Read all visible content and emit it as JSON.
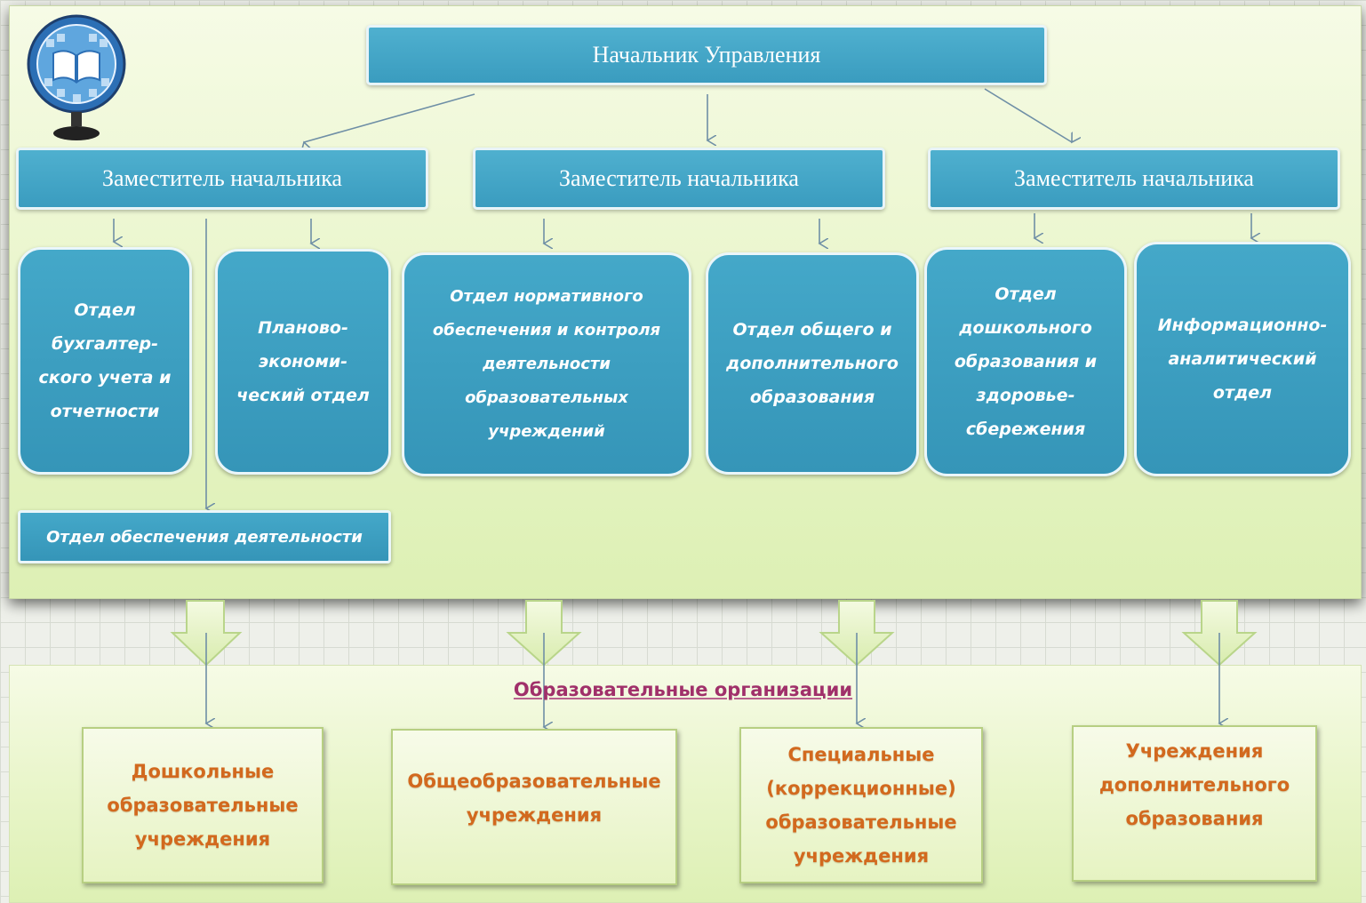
{
  "colors": {
    "box_fill": "#3a9cbf",
    "panel_fill": "#e8f5c8",
    "org_text": "#d2691e",
    "org_title": "#a0306a",
    "connector": "#6f8fa6"
  },
  "logo": {
    "icon": "globe-book-icon"
  },
  "head": {
    "label": "Начальник Управления"
  },
  "deputies": [
    {
      "label": "Заместитель начальника"
    },
    {
      "label": "Заместитель начальника"
    },
    {
      "label": "Заместитель начальника"
    }
  ],
  "departments": [
    {
      "label": "Отдел\nбухгалтер-\nского учета и\nотчетности"
    },
    {
      "label": "Планово-\nэкономи-\nческий отдел"
    },
    {
      "label": "Отдел нормативного\nобеспечения и контроля\nдеятельности\nобразовательных\nучреждений"
    },
    {
      "label": "Отдел общего и\nдополнительного\nобразования"
    },
    {
      "label": "Отдел\nдошкольного\nобразования и\nздоровье-\nсбережения"
    },
    {
      "label": "Информационно-\nаналитический\nотдел"
    }
  ],
  "support_department": {
    "label": "Отдел обеспечения деятельности"
  },
  "organizations_title": "Образовательные организации",
  "organizations": [
    {
      "label": "Дошкольные\nобразовательные\nучреждения"
    },
    {
      "label": "Общеобразовательные\nучреждения"
    },
    {
      "label": "Специальные\n(коррекционные)\nобразовательные\nучреждения"
    },
    {
      "label": "Учреждения\nдополнительного\nобразования"
    }
  ]
}
